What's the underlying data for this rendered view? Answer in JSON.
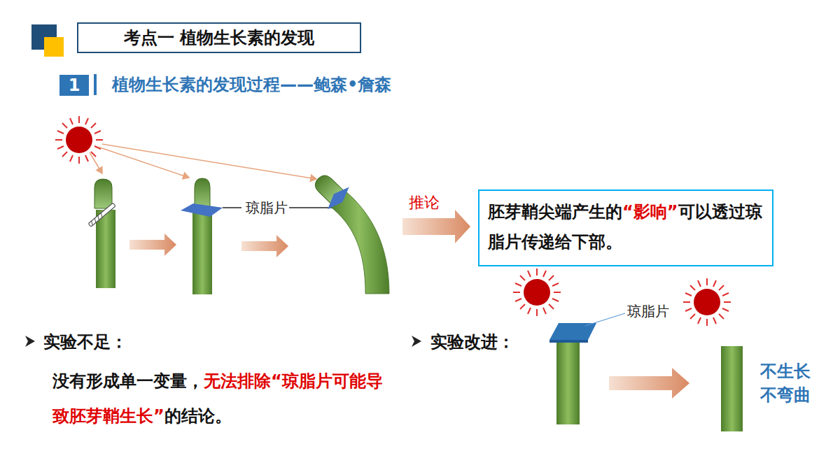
{
  "diagram": {
    "title": "考点一 植物生长素的发现",
    "nodes": [
      {
        "text": [
          "1"
        ]
      },
      {
        "text": [
          "胚芽鞘尖端产生的",
          "“影响”",
          "可以透过琼脂片传递给下部。"
        ]
      }
    ],
    "labels": [
      "植物生长素的发现过程——鲍森•詹森",
      "琼脂片",
      "推论",
      "实验不足：",
      "没有形成单一变量，",
      "无法排除“琼脂片可能导致胚芽鞘生长”",
      "的结论。",
      "实验改进：",
      "琼脂片",
      "不生长 不弯曲"
    ]
  }
}
